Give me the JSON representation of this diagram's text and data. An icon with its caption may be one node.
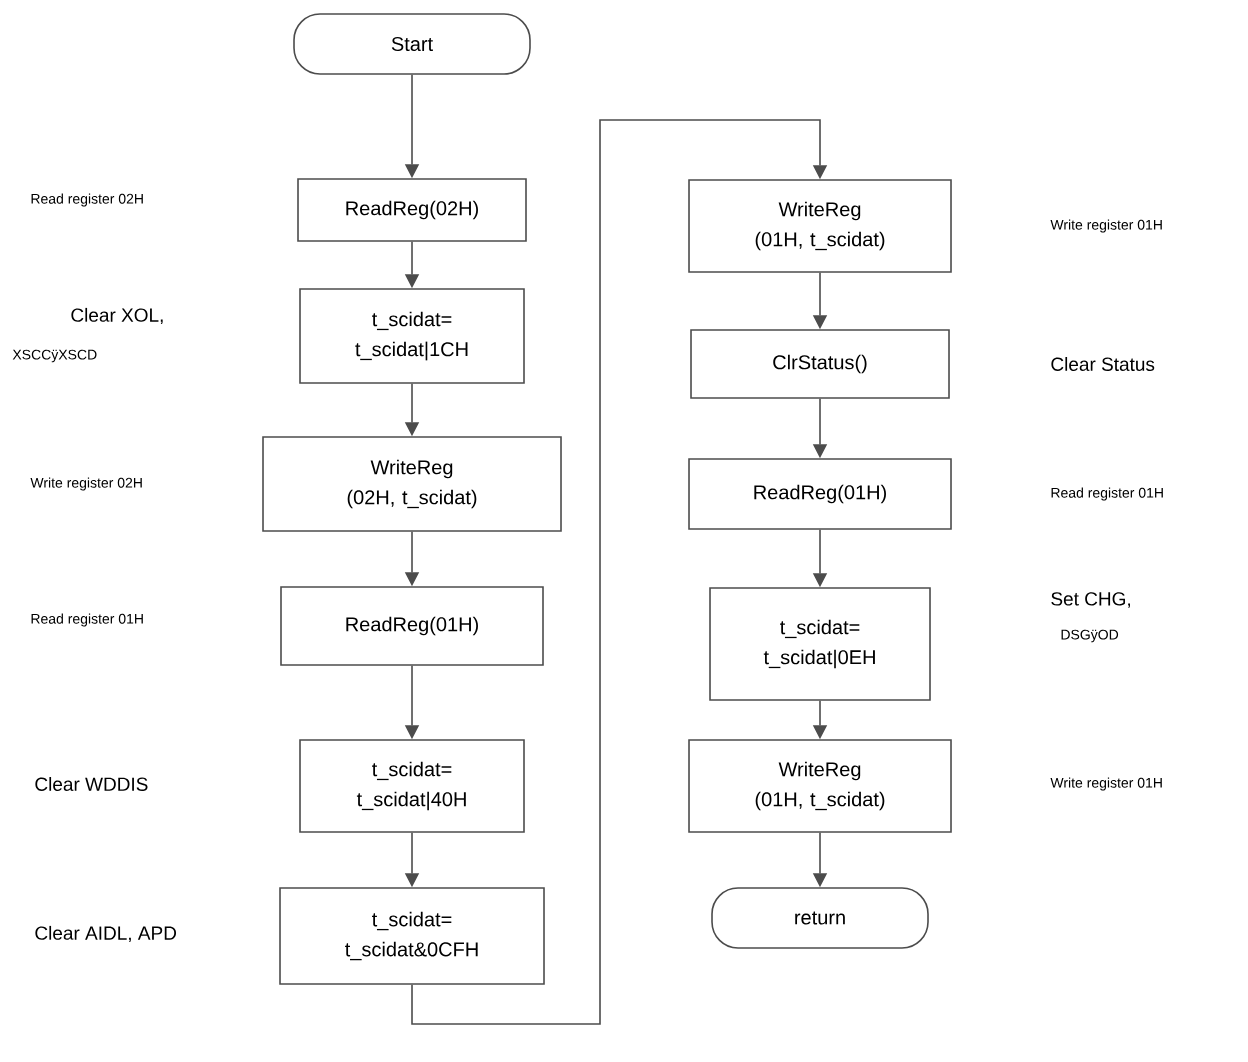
{
  "diagram": {
    "nodes": [
      {
        "text": [
          "Start"
        ]
      },
      {
        "text": [
          "ReadReg(02H)"
        ]
      },
      {
        "text": [
          "t_scidat= t_scidat|1CH"
        ]
      },
      {
        "text": [
          "WriteReg (02H, t_scidat)"
        ]
      },
      {
        "text": [
          "ReadReg(01H)"
        ]
      },
      {
        "text": [
          "t_scidat= t_scidat|40H"
        ]
      },
      {
        "text": [
          "t_scidat= t_scidat&0CFH"
        ]
      },
      {
        "text": [
          "WriteReg (01H, t_scidat)"
        ]
      },
      {
        "text": [
          "ClrStatus()"
        ]
      },
      {
        "text": [
          "ReadReg(01H)"
        ]
      },
      {
        "text": [
          "t_scidat= t_scidat|0EH"
        ]
      },
      {
        "text": [
          "WriteReg (01H, t_scidat)"
        ]
      },
      {
        "text": [
          "return"
        ]
      }
    ],
    "edges": [
      {
        "from": 0,
        "to": 1,
        "arrow": "to"
      },
      {
        "from": 1,
        "to": 2,
        "arrow": "to"
      },
      {
        "from": 2,
        "to": 3,
        "arrow": "to"
      },
      {
        "from": 3,
        "to": 4,
        "arrow": "to"
      },
      {
        "from": 4,
        "to": 5,
        "arrow": "to"
      },
      {
        "from": 5,
        "to": 6,
        "arrow": "to"
      },
      {
        "from": 6,
        "to": 7,
        "arrow": "to"
      },
      {
        "from": 7,
        "to": 8,
        "arrow": "to"
      },
      {
        "from": 8,
        "to": 9,
        "arrow": "to"
      },
      {
        "from": 9,
        "to": 10,
        "arrow": "to"
      },
      {
        "from": 10,
        "to": 11,
        "arrow": "to"
      },
      {
        "from": 11,
        "to": 12,
        "arrow": "to"
      }
    ],
    "labels": [
      "Read register 02H",
      "Clear XOL,",
      "XSCCÿXSCD",
      "Write register 02H",
      "Read register 01H",
      "Clear WDDIS",
      "Clear AIDL, APD",
      "Write register 01H",
      "Clear Status",
      "Read register 01H",
      "Set CHG,",
      "DSGÿOD",
      "Write register 01H"
    ]
  }
}
